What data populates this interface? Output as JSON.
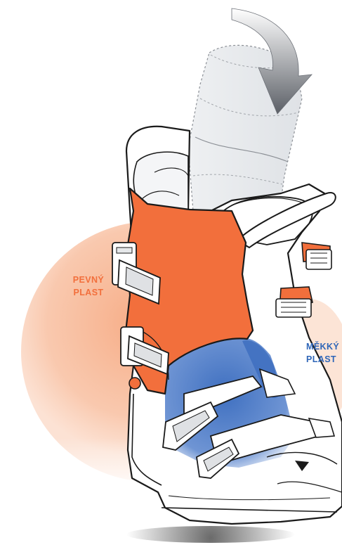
{
  "labels": {
    "hard": {
      "line1": "PEVNÝ",
      "line2": "PLAST"
    },
    "soft": {
      "line1": "MĚKKÝ",
      "line2": "PLAST"
    }
  },
  "colors": {
    "hard_plastic": "#f26f3c",
    "soft_plastic": "#2f66b8",
    "outline": "#1a1a1a",
    "boot_shell": "#ffffff",
    "liner": "#e9ebee"
  }
}
